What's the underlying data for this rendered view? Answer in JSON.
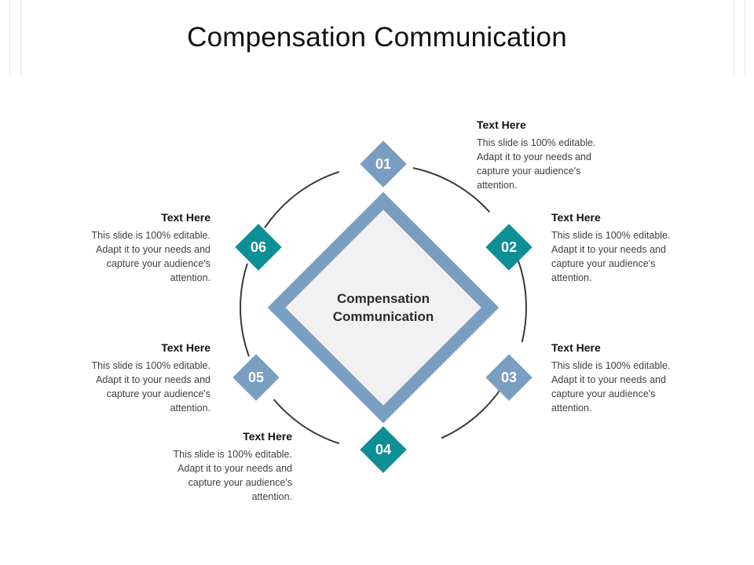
{
  "title": "Compensation Communication",
  "center": {
    "line1": "Compensation",
    "line2": "Communication"
  },
  "colors": {
    "teal": "#0d8f96",
    "steel": "#7a9ec2",
    "ring": "#3a3a3a",
    "center_fill": "#f1f1f1"
  },
  "steps": [
    {
      "number": "01",
      "heading": "Text Here",
      "body": "This slide is 100% editable. Adapt it to your needs and capture your audience's attention.",
      "color": "steel"
    },
    {
      "number": "02",
      "heading": "Text Here",
      "body": "This slide is 100% editable. Adapt it to your needs and capture your audience's attention.",
      "color": "teal"
    },
    {
      "number": "03",
      "heading": "Text Here",
      "body": "This slide is 100% editable. Adapt it to your needs and capture your audience's attention.",
      "color": "steel"
    },
    {
      "number": "04",
      "heading": "Text Here",
      "body": "This slide is 100% editable. Adapt it to your needs and capture your audience's attention.",
      "color": "teal"
    },
    {
      "number": "05",
      "heading": "Text Here",
      "body": "This slide is 100% editable. Adapt it to your needs and capture your audience's attention.",
      "color": "steel"
    },
    {
      "number": "06",
      "heading": "Text Here",
      "body": "This slide is 100% editable. Adapt it to your needs and capture your audience's attention.",
      "color": "teal"
    }
  ]
}
